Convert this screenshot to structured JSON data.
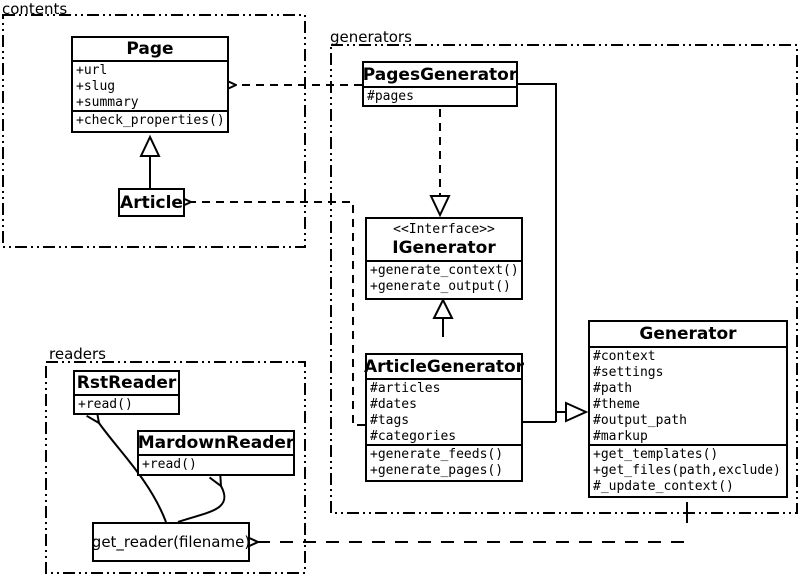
{
  "diagram_type": "uml-class-diagram",
  "colors": {
    "stroke": "#000000",
    "background": "#ffffff"
  },
  "packages": {
    "contents": {
      "label": "contents"
    },
    "generators": {
      "label": "generators"
    },
    "readers": {
      "label": "readers"
    }
  },
  "classes": {
    "page": {
      "name": "Page",
      "attributes": [
        "+url",
        "+slug",
        "+summary"
      ],
      "methods": [
        "+check_properties()"
      ]
    },
    "article": {
      "name": "Article"
    },
    "pages_generator": {
      "name": "PagesGenerator",
      "attributes": [
        "#pages"
      ]
    },
    "igenerator": {
      "stereotype": "<<Interface>>",
      "name": "IGenerator",
      "methods": [
        "+generate_context()",
        "+generate_output()"
      ]
    },
    "article_generator": {
      "name": "ArticleGenerator",
      "attributes": [
        "#articles",
        "#dates",
        "#tags",
        "#categories"
      ],
      "methods": [
        "+generate_feeds()",
        "+generate_pages()"
      ]
    },
    "generator": {
      "name": "Generator",
      "attributes": [
        "#context",
        "#settings",
        "#path",
        "#theme",
        "#output_path",
        "#markup"
      ],
      "methods": [
        "+get_templates()",
        "+get_files(path,exclude)",
        "#_update_context()"
      ]
    },
    "rst_reader": {
      "name": "RstReader",
      "methods": [
        "+read()"
      ]
    },
    "mardown_reader": {
      "name": "MardownReader",
      "methods": [
        "+read()"
      ]
    },
    "get_reader": {
      "label": "get_reader(filename)"
    }
  },
  "relationships": [
    {
      "from": "Article",
      "to": "Page",
      "type": "inheritance"
    },
    {
      "from": "PagesGenerator",
      "to": "Page",
      "type": "dependency"
    },
    {
      "from": "ArticleGenerator",
      "to": "Article",
      "type": "dependency"
    },
    {
      "from": "PagesGenerator",
      "to": "IGenerator",
      "type": "realization"
    },
    {
      "from": "ArticleGenerator",
      "to": "IGenerator",
      "type": "realization"
    },
    {
      "from": "PagesGenerator",
      "to": "Generator",
      "type": "inheritance"
    },
    {
      "from": "ArticleGenerator",
      "to": "Generator",
      "type": "inheritance"
    },
    {
      "from": "Generator",
      "to": "get_reader(filename)",
      "type": "dependency"
    },
    {
      "from": "get_reader(filename)",
      "to": "RstReader",
      "type": "arrow"
    },
    {
      "from": "get_reader(filename)",
      "to": "MardownReader",
      "type": "arrow"
    }
  ]
}
